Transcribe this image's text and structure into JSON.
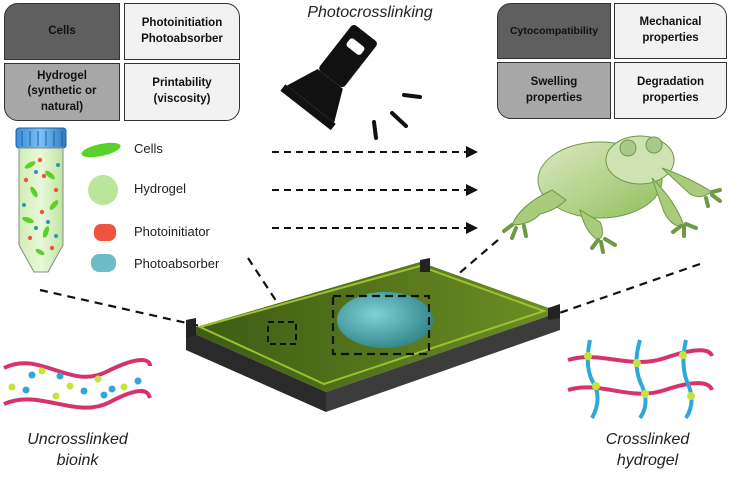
{
  "left_matrix": {
    "cells": "Cells",
    "photo": [
      "Photoinitiation",
      "Photoabsorber"
    ],
    "hydrogel": [
      "Hydrogel",
      "(synthetic or",
      "natural)"
    ],
    "printability": [
      "Printability",
      "(viscosity)"
    ]
  },
  "right_matrix": {
    "cytocompat": "Cytocompatibility",
    "mechanical": [
      "Mechanical",
      "properties"
    ],
    "swelling": [
      "Swelling",
      "properties"
    ],
    "degradation": [
      "Degradation",
      "properties"
    ]
  },
  "photocrosslinking": "Photocrosslinking",
  "legend": {
    "cells": "Cells",
    "hydrogel": "Hydrogel",
    "photoinitiator": "Photoinitiator",
    "photoabsorber": "Photoabsorber"
  },
  "bottom": {
    "uncrosslinked": [
      "Uncrosslinked",
      "bioink"
    ],
    "crosslinked": [
      "Crosslinked",
      "hydrogel"
    ]
  },
  "colors": {
    "cells": "#5ad12a",
    "hydrogel": "#b9e69a",
    "photoinitiator": "#f0533e",
    "photoabsorber": "#6fbcc9",
    "polymer": "#d6336e",
    "crosslink_strand": "#2fa8d8",
    "node": "#c6e33a"
  }
}
